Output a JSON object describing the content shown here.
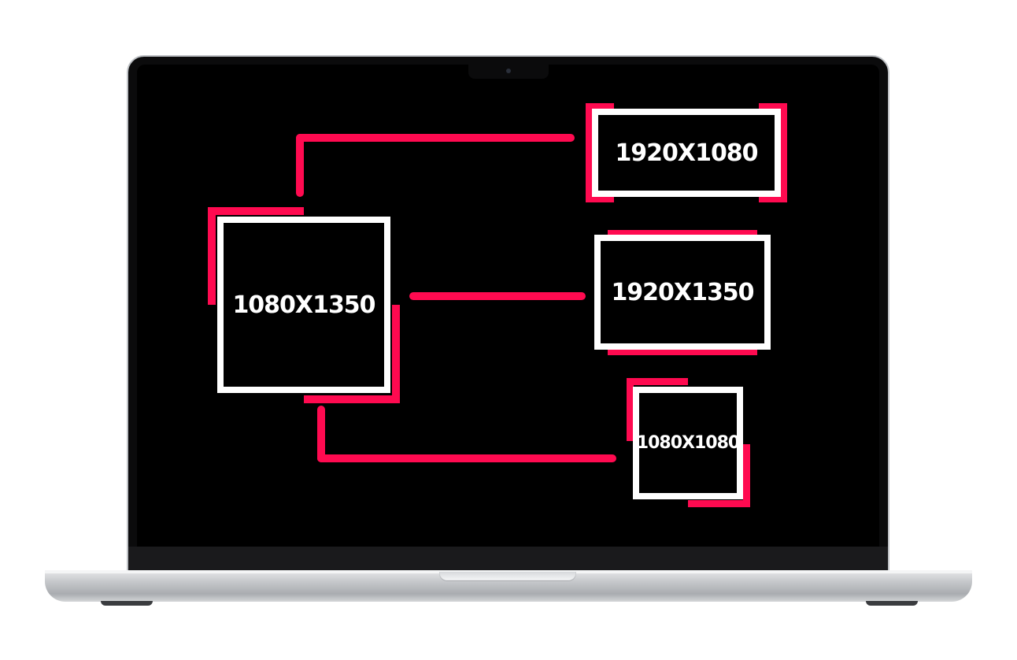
{
  "diagram": {
    "source": {
      "label": "1080X1350"
    },
    "targets": [
      {
        "label": "1920X1080"
      },
      {
        "label": "1920X1350"
      },
      {
        "label": "1080X1080"
      }
    ]
  },
  "colors": {
    "accent": "#ff0a50",
    "box_border": "#ffffff",
    "screen_bg": "#000000",
    "laptop_silver": "#c7c9cc"
  }
}
